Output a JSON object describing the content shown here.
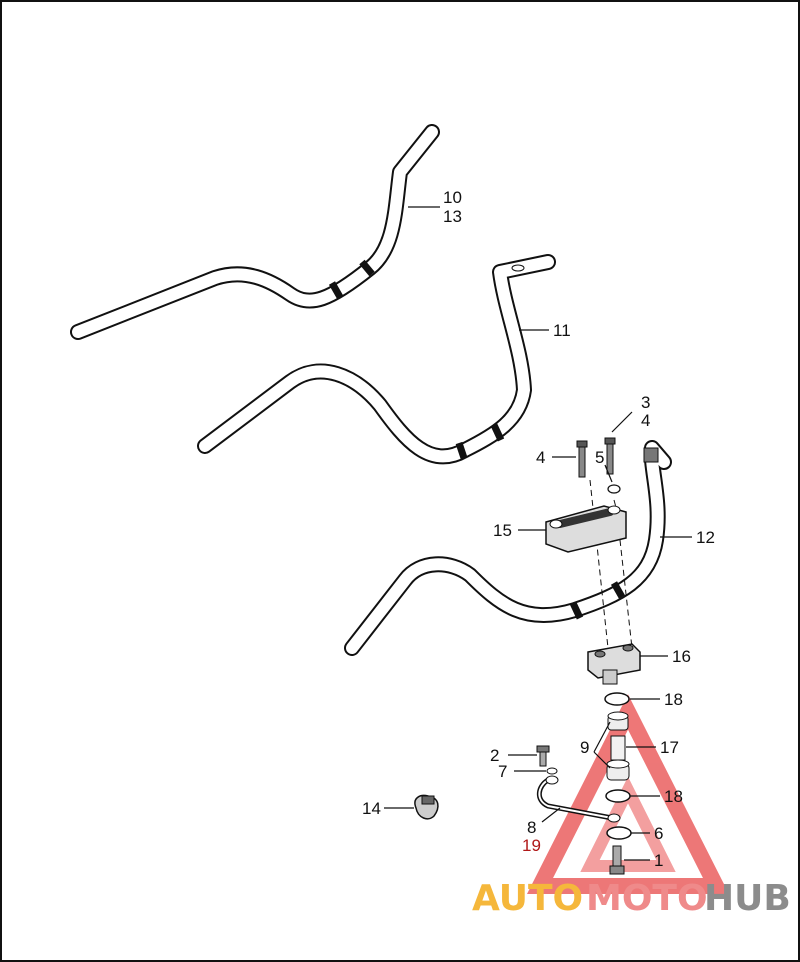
{
  "callouts": {
    "c1": "1",
    "c2": "2",
    "c3": "3",
    "c4a": "4",
    "c4b": "4",
    "c5": "5",
    "c6": "6",
    "c7": "7",
    "c8": "8",
    "c9": "9",
    "c10": "10",
    "c11": "11",
    "c12": "12",
    "c13": "13",
    "c14": "14",
    "c15": "15",
    "c16": "16",
    "c17": "17",
    "c18a": "18",
    "c18b": "18",
    "c19": "19"
  },
  "watermark": {
    "part1": "AUTO",
    "part2": "MOTO",
    "part3": "HUB",
    "color1": "#f5b73b",
    "color2": "#ef8a8a",
    "color3": "#8c8c8c",
    "triangle_color": "#e84a4a"
  }
}
